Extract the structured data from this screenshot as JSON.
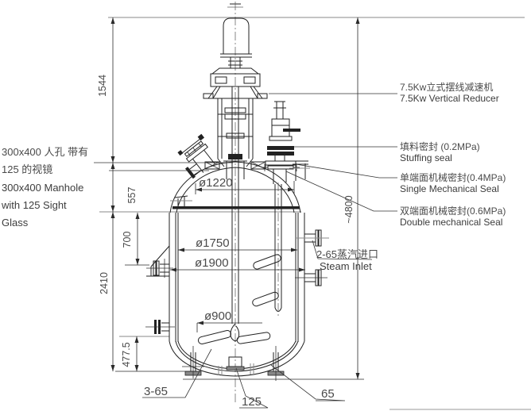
{
  "left_annotation": {
    "zh_line1": "300x400 人孔 带有",
    "zh_line2": "125 的视镜",
    "en_line1": "300x400 Manhole",
    "en_line2": "with 125 Sight",
    "en_line3": "Glass"
  },
  "right_annotations": {
    "reducer": {
      "zh": "7.5Kw立式摆线减速机",
      "en": "7.5Kw Vertical Reducer"
    },
    "stuffing_seal": {
      "zh": "填料密封 (0.2MPa)",
      "en": "Stuffing seal"
    },
    "single_seal": {
      "zh": "单端面机械密封(0.4MPa)",
      "en": "Single Mechanical Seal"
    },
    "double_seal": {
      "zh": "双端面机械密封(0.6MPa)",
      "en": "Double mechanical Seal"
    },
    "steam_inlet": {
      "zh": "2-65蒸汽进口",
      "en": "Steam Inlet"
    }
  },
  "dimensions": {
    "left": {
      "d1544": "1544",
      "d557": "557",
      "d2410": "2410",
      "d700": "700",
      "d477_5": "477.5"
    },
    "right": {
      "overall": "~4800"
    },
    "diameters": {
      "d1220": "ø1220",
      "d1750": "ø1750",
      "d1900": "ø1900",
      "d900": "ø900"
    },
    "bottom": {
      "legs": "3-65",
      "outlet": "125",
      "drain": "65"
    }
  },
  "colors": {
    "line": "#222222",
    "gray": "#8a8a8a",
    "text": "#4a4a4a",
    "background": "#ffffff"
  }
}
